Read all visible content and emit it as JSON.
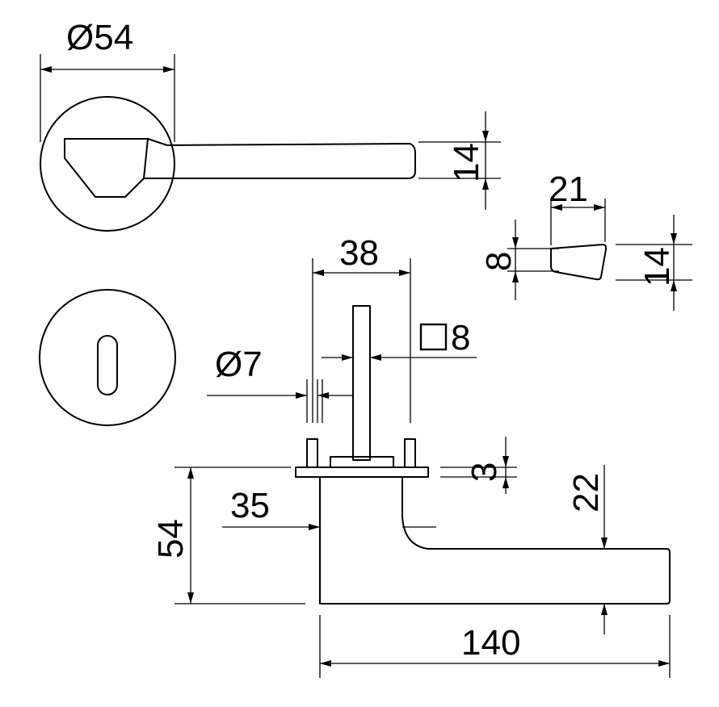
{
  "dimensions": {
    "rose_diameter": "Ø54",
    "lever_height": "14",
    "profile_width": "21",
    "profile_top": "8",
    "profile_height": "14",
    "projection": "38",
    "spindle": "□8",
    "screw_diameter": "Ø7",
    "rose_thickness": "3",
    "lever_offset": "22",
    "lever_neck": "35",
    "lever_depth": "54",
    "lever_length": "140"
  },
  "colors": {
    "line": "#000000",
    "background": "#ffffff"
  }
}
